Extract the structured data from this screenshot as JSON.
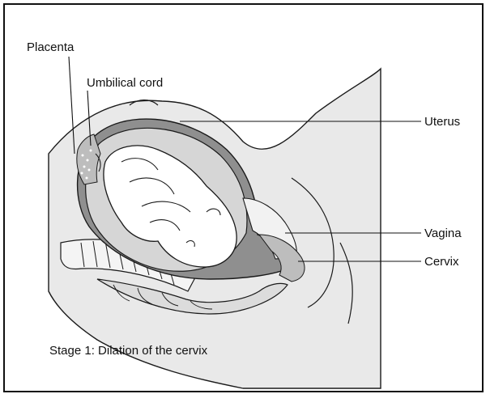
{
  "labels": {
    "placenta": "Placenta",
    "umbilical_cord": "Umbilical cord",
    "uterus": "Uterus",
    "vagina": "Vagina",
    "cervix": "Cervix"
  },
  "caption": "Stage 1: Dilation of the cervix",
  "colors": {
    "uterus_wall": "#8f8f8f",
    "amniotic_fluid": "#d6d6d6",
    "body_fill": "#e9e9e9",
    "skin_fill": "#ffffff",
    "outline": "#1a1a1a"
  }
}
